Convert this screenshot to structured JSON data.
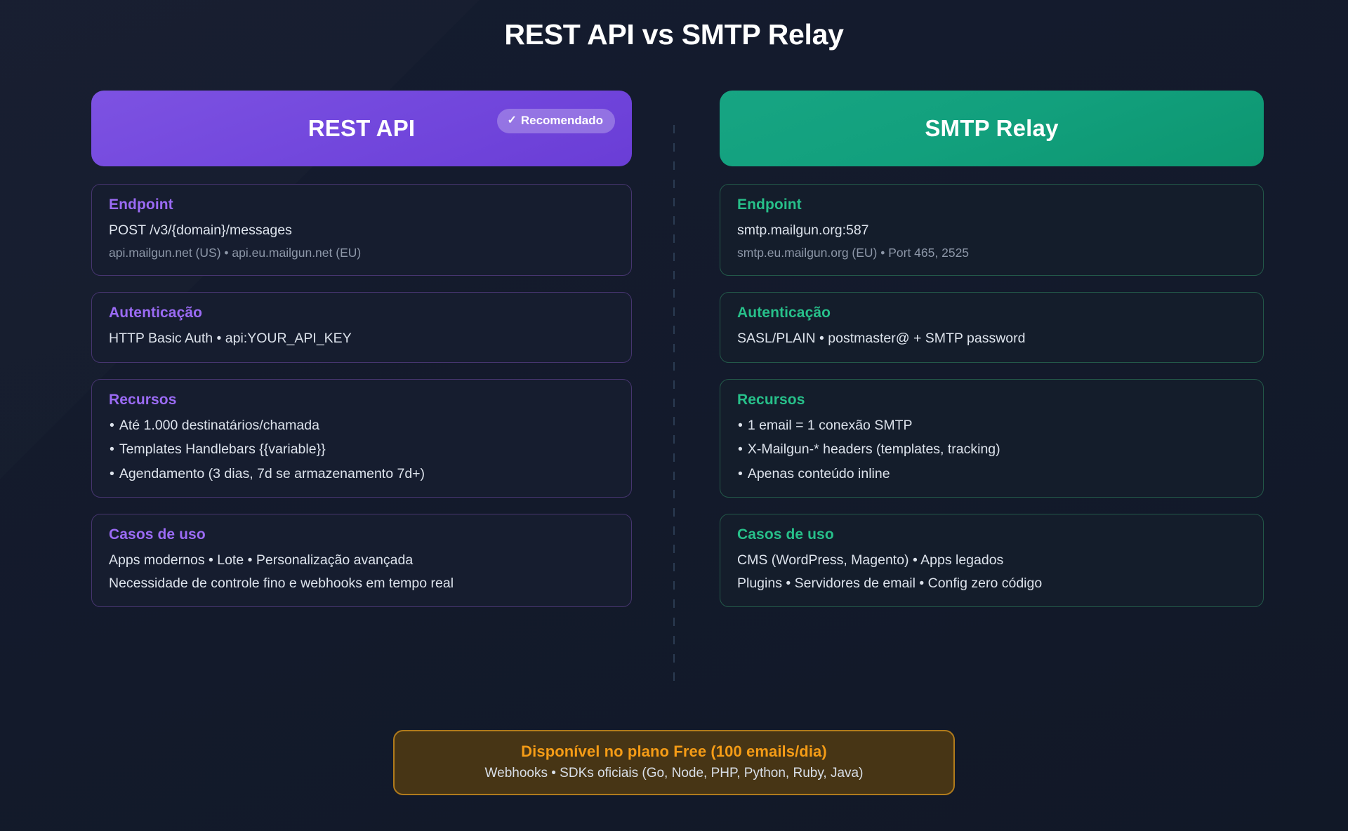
{
  "page": {
    "title": "REST API vs SMTP Relay",
    "background_color": "#141b2d"
  },
  "columns": {
    "left": {
      "header": {
        "title": "REST API",
        "accent_color": "#7c4fe0",
        "badge": {
          "icon": "check-icon",
          "icon_glyph": "✓",
          "label": "Recomendado"
        }
      },
      "sections": [
        {
          "label": "Endpoint",
          "main": "POST /v3/{domain}/messages",
          "sub": "api.mailgun.net (US) • api.eu.mailgun.net (EU)"
        },
        {
          "label": "Autenticação",
          "main": "HTTP Basic Auth • api:YOUR_API_KEY"
        },
        {
          "label": "Recursos",
          "bullets": [
            "Até 1.000 destinatários/chamada",
            "Templates Handlebars {{variable}}",
            "Agendamento (3 dias, 7d se armazenamento 7d+)"
          ]
        },
        {
          "label": "Casos de uso",
          "lines": [
            "Apps modernos • Lote • Personalização avançada",
            "Necessidade de controle fino e webhooks em tempo real"
          ]
        }
      ]
    },
    "right": {
      "header": {
        "title": "SMTP Relay",
        "accent_color": "#16a085"
      },
      "sections": [
        {
          "label": "Endpoint",
          "main": "smtp.mailgun.org:587",
          "sub": "smtp.eu.mailgun.org (EU) • Port 465, 2525"
        },
        {
          "label": "Autenticação",
          "main": "SASL/PLAIN • postmaster@ + SMTP password"
        },
        {
          "label": "Recursos",
          "bullets": [
            "1 email = 1 conexão SMTP",
            "X-Mailgun-* headers (templates, tracking)",
            "Apenas conteúdo inline"
          ]
        },
        {
          "label": "Casos de uso",
          "lines": [
            "CMS (WordPress, Magento) • Apps legados",
            "Plugins • Servidores de email • Config zero código"
          ]
        }
      ]
    }
  },
  "footer": {
    "title": "Disponível no plano Free (100 emails/dia)",
    "subtitle": "Webhooks • SDKs oficiais (Go, Node, PHP, Python, Ruby, Java)",
    "accent_color": "#f59c16",
    "border_color": "#b07b1c"
  },
  "bullet_glyph": "•"
}
